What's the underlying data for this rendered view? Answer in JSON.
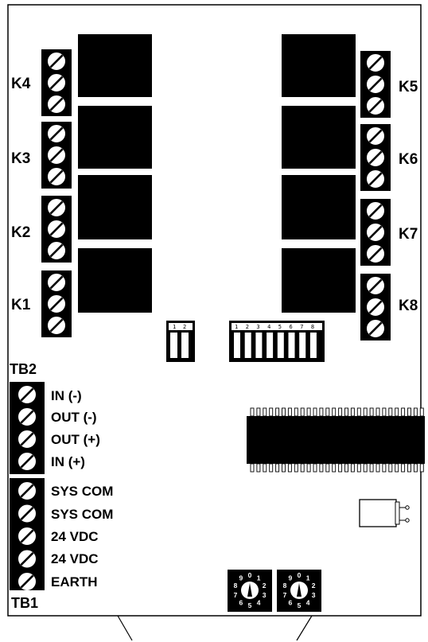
{
  "relay_terminals": {
    "left": [
      "K4",
      "K3",
      "K2",
      "K1"
    ],
    "right": [
      "K5",
      "K6",
      "K7",
      "K8"
    ]
  },
  "tb2": {
    "title": "TB2",
    "terminals": [
      "IN (-)",
      "OUT (-)",
      "OUT (+)",
      "IN (+)"
    ]
  },
  "tb1": {
    "title": "TB1",
    "terminals": [
      "SYS COM",
      "SYS COM",
      "24 VDC",
      "24 VDC",
      "EARTH"
    ]
  },
  "dip_switch_small": {
    "numbers": [
      "1",
      "2"
    ]
  },
  "dip_switch_large": {
    "numbers": [
      "1",
      "2",
      "3",
      "4",
      "5",
      "6",
      "7",
      "8"
    ]
  },
  "rotary_switches": [
    {
      "digits": [
        "0",
        "1",
        "2",
        "3",
        "4",
        "5",
        "6",
        "7",
        "8",
        "9"
      ]
    },
    {
      "digits": [
        "0",
        "1",
        "2",
        "3",
        "4",
        "5",
        "6",
        "7",
        "8",
        "9"
      ]
    }
  ],
  "colors": {
    "ink": "#000000",
    "background": "#ffffff"
  }
}
